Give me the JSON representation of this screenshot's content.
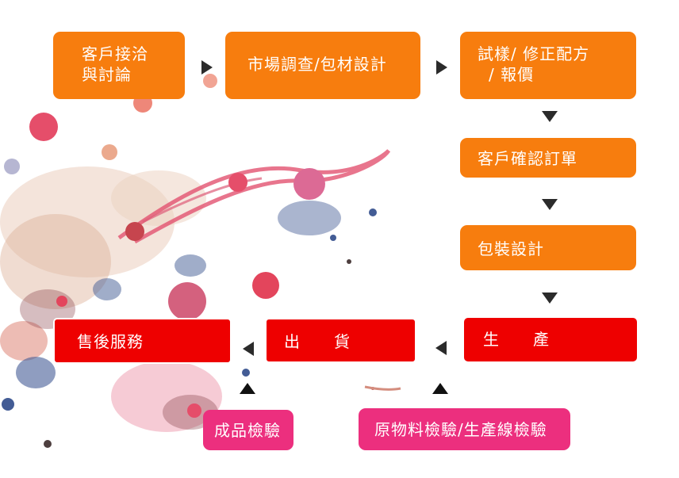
{
  "steps": {
    "customer_consult": {
      "line1": "客戶接洽",
      "line2": "與討論"
    },
    "market_research": "市場調查/包材設計",
    "sample_revision": {
      "line1": "試樣/ 修正配方",
      "line2": "/ 報價"
    },
    "order_confirm": "客戶確認訂單",
    "packaging_design": "包裝設計",
    "production": "生　　產",
    "shipping": "出　　貨",
    "after_sales": "售後服務",
    "finished_inspection": "成品檢驗",
    "material_inspection": "原物料檢驗/生產線檢驗"
  },
  "colors": {
    "orange": "#f77d0e",
    "red": "#ee0000",
    "pink": "#ec2f7e",
    "arrow": "#2b2b2b"
  }
}
